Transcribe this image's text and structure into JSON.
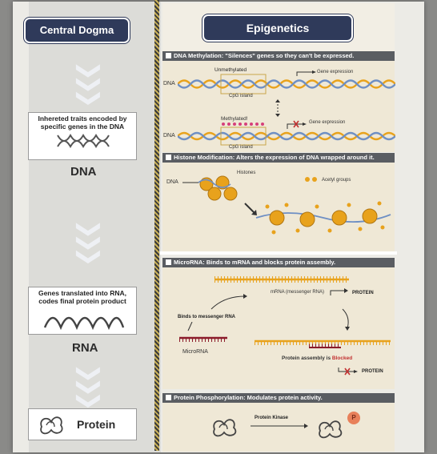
{
  "left": {
    "title": "Central Dogma",
    "box1_text": "Inhereted traits encoded by specific genes in the DNA",
    "box1_label": "DNA",
    "box2_text": "Genes translated into RNA, codes final protein product",
    "box2_label": "RNA",
    "box3_label": "Protein"
  },
  "right": {
    "title": "Epigenetics",
    "methylation": {
      "header": "DNA Methylation: \"Silences\" genes so they can't be expressed.",
      "unmethylated": "Unmethylated",
      "methylated": "Methylated!",
      "dna": "DNA",
      "cpg": "CpG island",
      "gene_expression": "Gene expression"
    },
    "histone": {
      "header": "Histone Modification: Alters the expression of DNA wrapped around it.",
      "dna": "DNA",
      "histones": "Histones",
      "acetyl": "Acetyl groups"
    },
    "microrna": {
      "header": "MicroRNA: Binds to mRNA and blocks protein assembly.",
      "mrna": "mRNA (messenger RNA)",
      "protein": "PROTEIN",
      "binds": "Binds to messenger RNA",
      "microrna": "MicroRNA",
      "assembly": "Protein assembly is ",
      "blocked": "Blocked"
    },
    "phos": {
      "header": "Protein Phosphorylation: Modulates protein activity.",
      "kinase": "Protein Kinase",
      "p": "P"
    }
  },
  "colors": {
    "pill": "#2f3a5a",
    "dna_orange": "#e8a21c",
    "dna_blue": "#6e8fc4",
    "methyl_pink": "#d63f7a",
    "blocked_red": "#c23030"
  }
}
